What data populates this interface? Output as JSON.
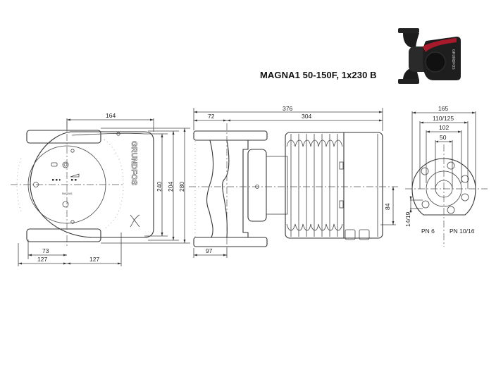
{
  "title": "MAGNA1 50-150F, 1x230 B",
  "product_image": {
    "brand_text": "GRUNDFOS",
    "colors": {
      "body": "#1a1a1a",
      "accent": "#b0182b"
    }
  },
  "front_view": {
    "brand_text": "GRUNDFOS",
    "panel_label": "MAGNA1",
    "dimensions": {
      "top_width": "164",
      "height_inner": "240",
      "height_mid": "204",
      "height_total": "280",
      "left_offset": "73",
      "left_half": "127",
      "right_half": "127"
    }
  },
  "side_view": {
    "dimensions": {
      "total_length": "376",
      "flange_to_axis": "72",
      "motor_length": "304",
      "bottom_flange": "97",
      "axis_height": "84"
    }
  },
  "flange_view": {
    "dimensions": {
      "flange_diameter": "165",
      "bolt_circle": "110/125",
      "raised_face": "102",
      "bore": "50",
      "bolt_hole": "14/19"
    },
    "labels": {
      "left": "PN 6",
      "right": "PN 10/16"
    }
  }
}
